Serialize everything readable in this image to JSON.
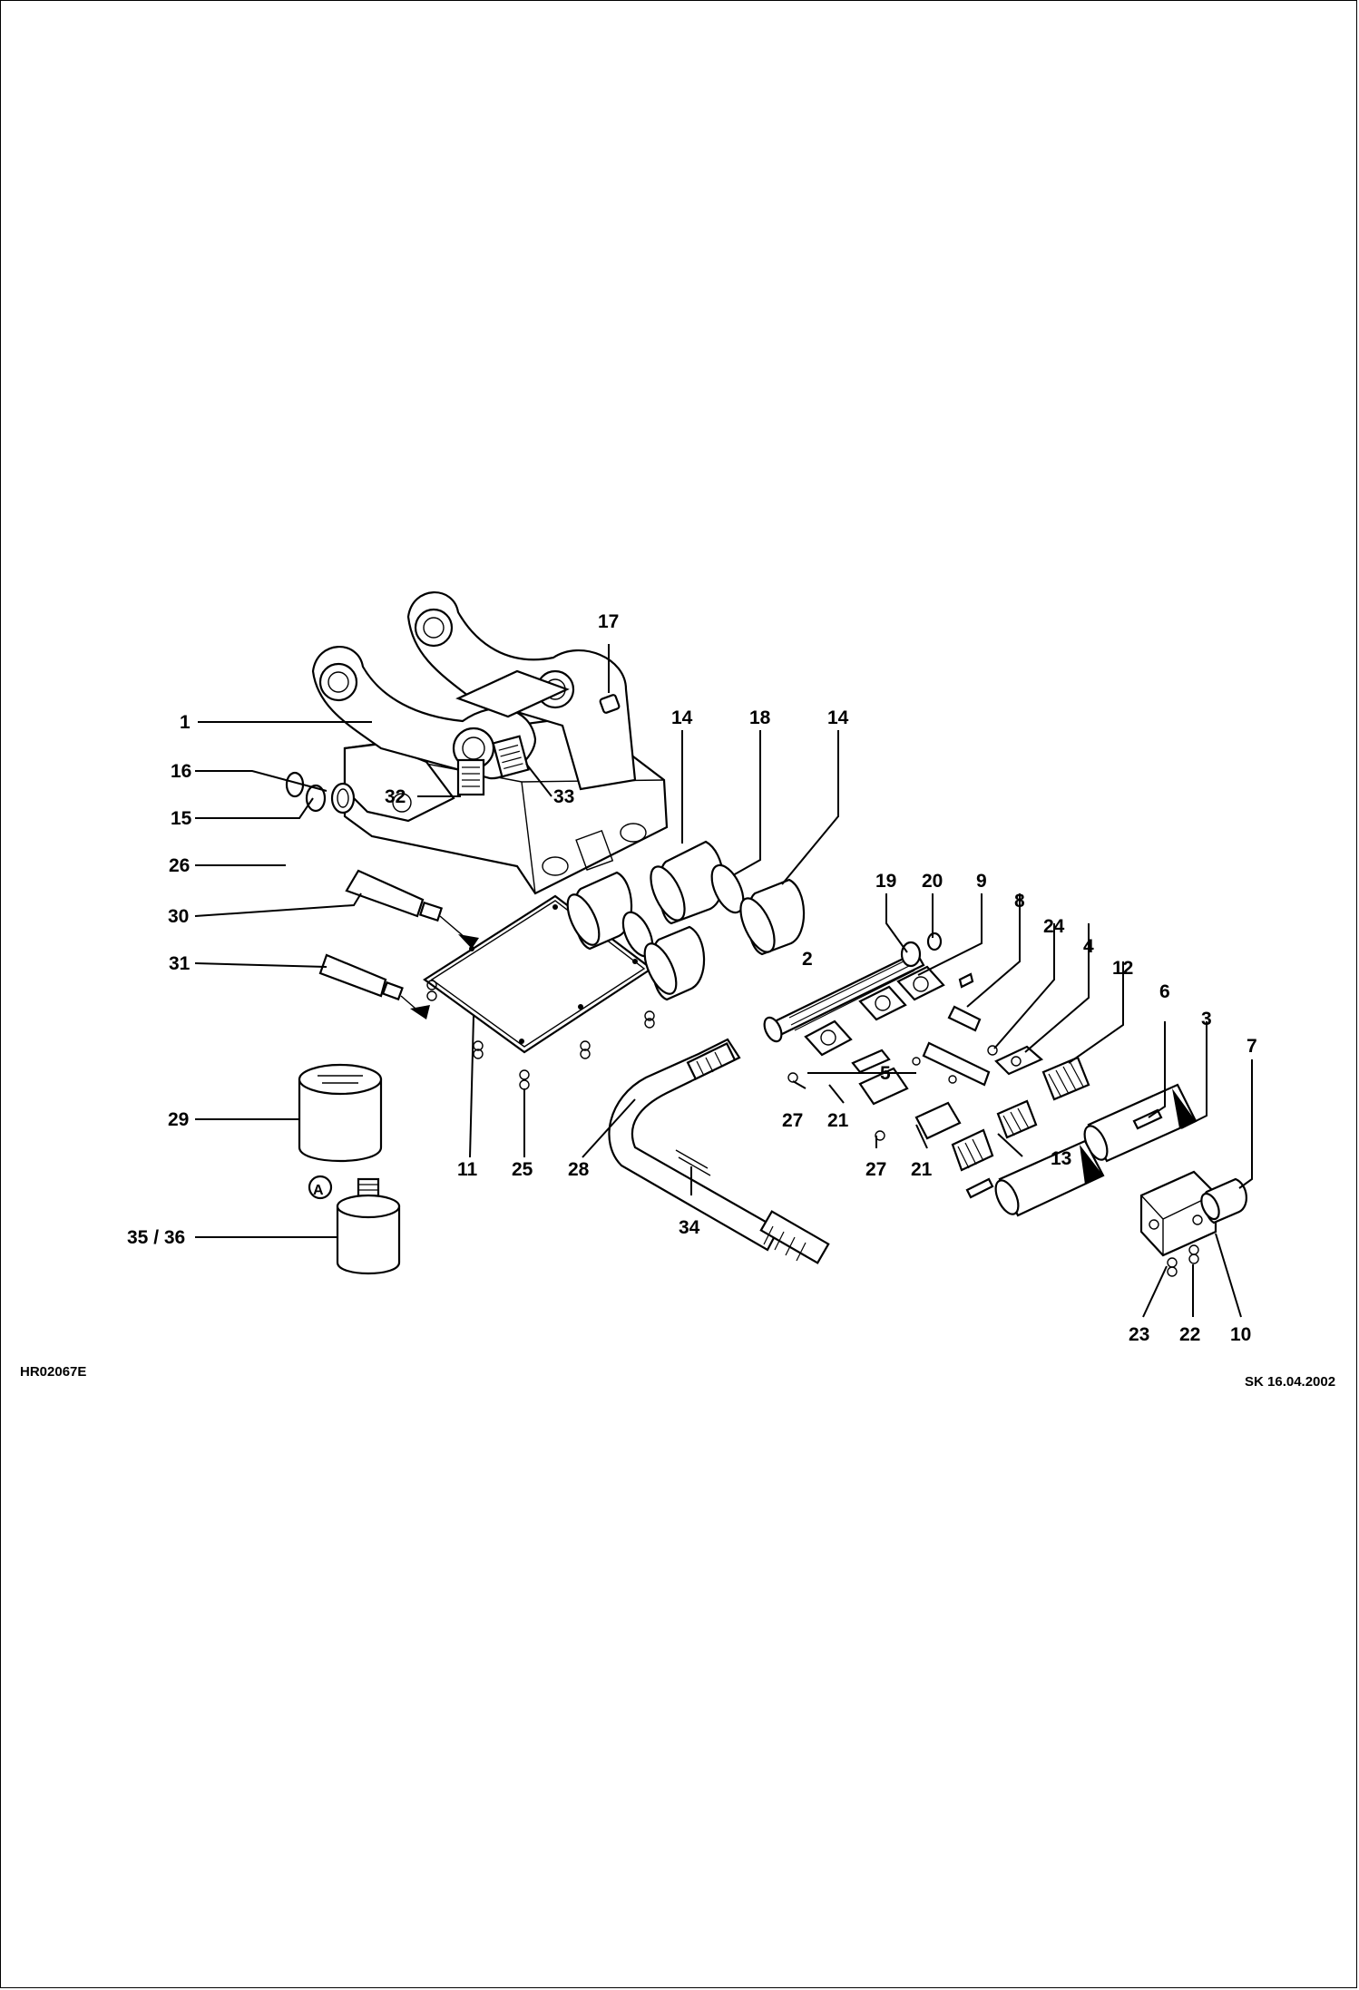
{
  "drawing": {
    "id": "HR02067E",
    "stamp": "SK 16.04.2002",
    "callouts": {
      "c1": "1",
      "c2": "2",
      "c3": "3",
      "c4": "4",
      "c5": "5",
      "c6": "6",
      "c7": "7",
      "c8": "8",
      "c9": "9",
      "c10": "10",
      "c11": "11",
      "c12": "12",
      "c13": "13",
      "c14a": "14",
      "c14b": "14",
      "c15": "15",
      "c16": "16",
      "c17": "17",
      "c18": "18",
      "c19": "19",
      "c20": "20",
      "c21a": "21",
      "c21b": "21",
      "c22": "22",
      "c23": "23",
      "c24": "24",
      "c25": "25",
      "c26": "26",
      "c27a": "27",
      "c27b": "27",
      "c28": "28",
      "c29": "29",
      "c30": "30",
      "c31": "31",
      "c32": "32",
      "c33": "33",
      "c34": "34",
      "c3536": "35 / 36",
      "cA": "A"
    }
  }
}
